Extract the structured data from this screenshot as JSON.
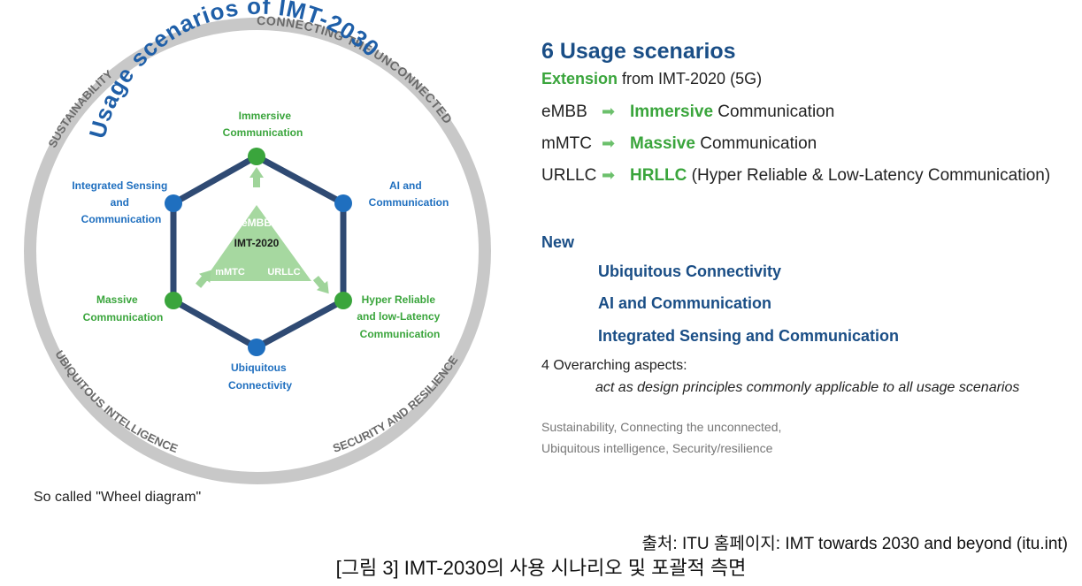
{
  "wheel": {
    "title": "Usage scenarios of IMT-2030",
    "ring_labels": {
      "top_right": "CONNECTING THE UNCONNECTED",
      "top_left": "SUSTAINABILITY",
      "bottom_left": "UBIQUITOUS INTELLIGENCE",
      "bottom_right": "SECURITY AND RESILIENCE"
    },
    "nodes": {
      "top": [
        "Immersive",
        "Communication"
      ],
      "upper_right": [
        "AI and",
        "Communication"
      ],
      "lower_right": [
        "Hyper Reliable",
        "and low-Latency",
        "Communication"
      ],
      "bottom": [
        "Ubiquitous",
        "Connectivity"
      ],
      "lower_left": [
        "Massive",
        "Communication"
      ],
      "upper_left": [
        "Integrated Sensing",
        "and",
        "Communication"
      ]
    },
    "triangle": {
      "top": "eMBB",
      "center": "IMT-2020",
      "left": "mMTC",
      "right": "URLLC"
    },
    "colors": {
      "ring": "#c8c8c8",
      "hexagon": "#2f4a73",
      "green": "#3aa53c",
      "blue": "#1f6fbf",
      "triangle": "#a6d8a0",
      "arrow": "#9fd49a"
    }
  },
  "right_panel": {
    "title": "6 Usage scenarios",
    "extension_word": "Extension",
    "extension_rest": " from IMT-2020 (5G)",
    "mappings": [
      {
        "from": "eMBB",
        "arrow": "➡",
        "target": "Immersive",
        "rest": " Communication"
      },
      {
        "from": "mMTC",
        "arrow": "➡",
        "target": "Massive",
        "rest": " Communication"
      },
      {
        "from": "URLLC",
        "arrow": "➡",
        "target": "HRLLC",
        "rest": " (Hyper Reliable & Low-Latency Communication)"
      }
    ],
    "new_heading": "New",
    "new_items": [
      "Ubiquitous Connectivity",
      "AI and Communication",
      "Integrated Sensing and Communication"
    ],
    "overarching": "4 Overarching aspects:",
    "overarching_desc": "act as design principles commonly applicable to all usage scenarios",
    "aspects_line1": "Sustainability, Connecting the unconnected,",
    "aspects_line2": "Ubiquitous intelligence, Security/resilience"
  },
  "so_called": "So called \"Wheel diagram\"",
  "source": "출처: ITU 홈페이지: IMT towards 2030 and beyond (itu.int)",
  "caption": "[그림 3] IMT-2030의 사용 시나리오 및 포괄적 측면"
}
